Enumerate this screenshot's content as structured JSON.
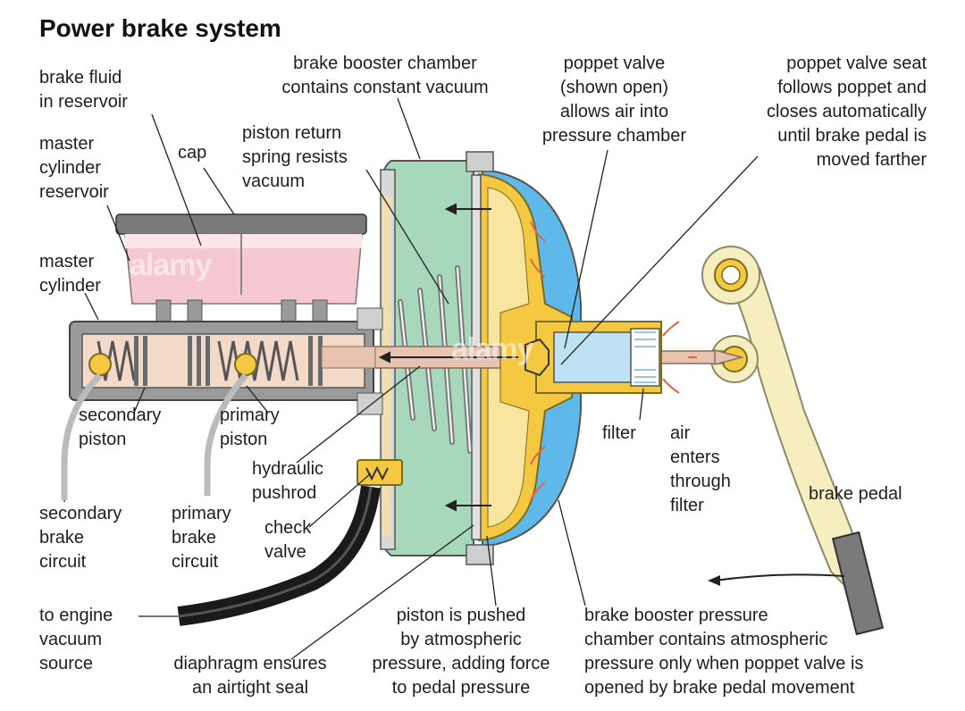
{
  "title": "Power brake system",
  "watermark": "alamy",
  "colors": {
    "reservoir_fluid": "#f6c8d2",
    "vacuum_chamber": "#a8d8bc",
    "pressure_chamber": "#5fb8ea",
    "diaphragm": "#f5c842",
    "piston_housing": "#f2deb0",
    "pushrod": "#e8c4b0",
    "pedal": "#f7eec0",
    "hose": "#1a1a1a",
    "air_arrows": "#e8643c"
  },
  "labels": {
    "brake_fluid": "brake fluid\nin reservoir",
    "mc_reservoir": "master\ncylinder\nreservoir",
    "cap": "cap",
    "master_cylinder": "master\ncylinder",
    "booster_chamber": "brake booster chamber\ncontains constant vacuum",
    "piston_return": "piston return\nspring resists\nvacuum",
    "poppet_valve": "poppet valve\n(shown open)\nallows air into\npressure chamber",
    "poppet_seat": "poppet valve seat\nfollows poppet and\ncloses automatically\nuntil brake pedal is\nmoved farther",
    "secondary_piston": "secondary\npiston",
    "primary_piston": "primary\npiston",
    "hydraulic_pushrod": "hydraulic\npushrod",
    "check_valve": "check\nvalve",
    "filter": "filter",
    "air_enters": "air\nenters\nthrough\nfilter",
    "brake_pedal": "brake pedal",
    "secondary_circuit": "secondary\nbrake\ncircuit",
    "primary_circuit": "primary\nbrake\ncircuit",
    "engine_vacuum": "to engine\nvacuum\nsource",
    "diaphragm_seal": "diaphragm ensures\nan airtight seal",
    "piston_pushed": "piston is pushed\nby atmospheric\npressure, adding force\nto pedal pressure",
    "pressure_chamber": "brake booster pressure\nchamber contains atmospheric\npressure only when poppet valve is\nopened by brake pedal movement"
  }
}
